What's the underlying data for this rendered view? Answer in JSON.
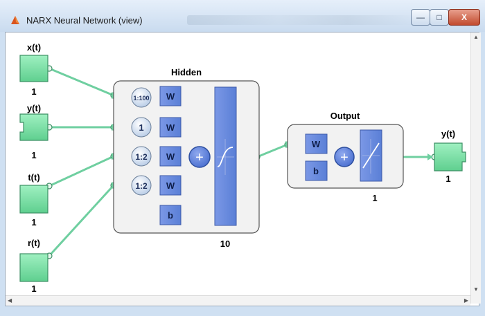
{
  "window": {
    "title": "NARX Neural Network (view)",
    "buttons": {
      "minimize": "—",
      "maximize": "□",
      "close": "X"
    }
  },
  "network": {
    "inputs": [
      {
        "name": "x(t)",
        "size": "1"
      },
      {
        "name": "y(t)",
        "size": "1"
      },
      {
        "name": "t(t)",
        "size": "1"
      },
      {
        "name": "r(t)",
        "size": "1"
      }
    ],
    "hidden": {
      "title": "Hidden",
      "delays": [
        "1:100",
        "1",
        "1:2",
        "1:2"
      ],
      "weight_label": "W",
      "bias_label": "b",
      "size": "10"
    },
    "output_layer": {
      "title": "Output",
      "weight_label": "W",
      "bias_label": "b",
      "size": "1"
    },
    "output": {
      "name": "y(t)",
      "size": "1"
    }
  },
  "colors": {
    "io_block": "#7fdfa8",
    "layer_block": "#6c8fe0",
    "wire": "#5fc59a",
    "panel": "#f2f2f2"
  }
}
